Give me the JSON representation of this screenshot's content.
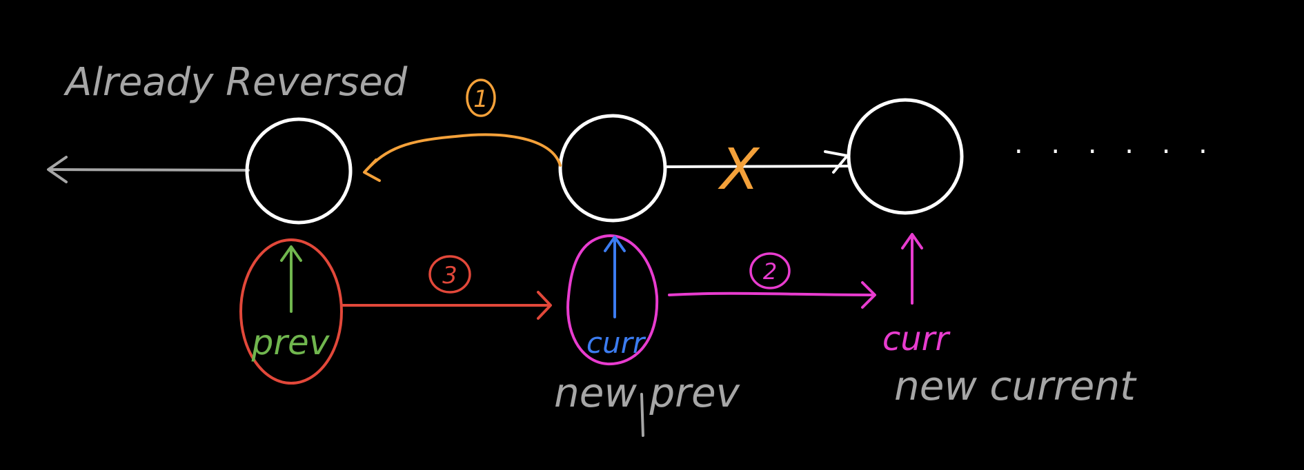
{
  "labels": {
    "already_reversed": "Already Reversed",
    "prev": "prev",
    "curr": "curr",
    "curr_next": "curr",
    "new_prev": "new prev",
    "new_current": "new current",
    "step_1": "1",
    "step_2": "2",
    "step_3": "3",
    "cut_mark": "X",
    "ellipsis": ". . . . . ."
  },
  "colors": {
    "background": "#000000",
    "node": "#ffffff",
    "gray": "#a6a6a6",
    "orange": "#f4a13a",
    "red": "#e2483a",
    "green": "#70b64e",
    "blue": "#3c7cf0",
    "magenta": "#e83ccf"
  }
}
